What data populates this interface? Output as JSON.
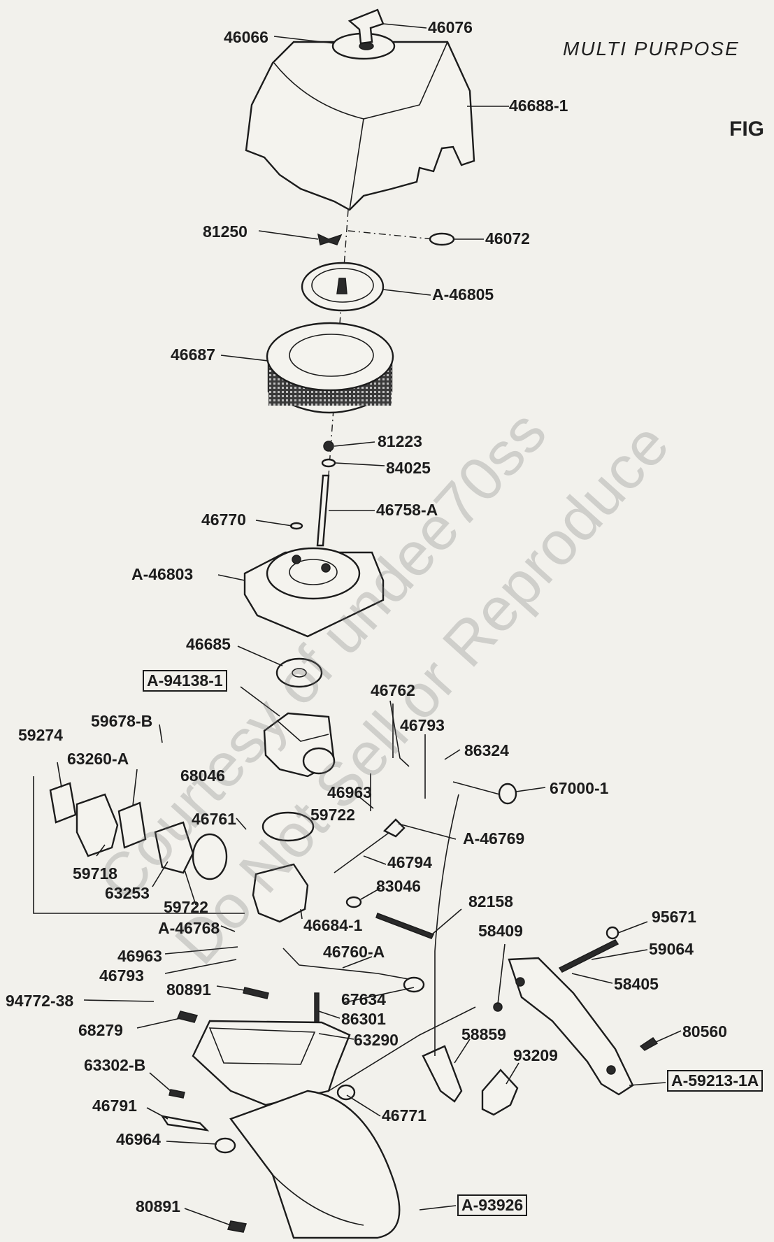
{
  "header": {
    "title": "MULTI PURPOSE",
    "figure_label": "FIG"
  },
  "watermark": {
    "line1": "Courtesy of undee70ss",
    "line2": "Do Not Sell or Reproduce"
  },
  "part_labels": {
    "p46066": "46066",
    "p46076": "46076",
    "p46688_1": "46688-1",
    "p81250": "81250",
    "p46072": "46072",
    "pA46805": "A-46805",
    "p46687": "46687",
    "p81223": "81223",
    "p84025": "84025",
    "p46758A": "46758-A",
    "p46770": "46770",
    "pA46803": "A-46803",
    "p46685": "46685",
    "pA94138_1": "A-94138-1",
    "p46762": "46762",
    "p59678B": "59678-B",
    "p59274": "59274",
    "p46793a": "46793",
    "p86324": "86324",
    "p63260A": "63260-A",
    "p68046": "68046",
    "p67000_1": "67000-1",
    "p46963a": "46963",
    "p59722a": "59722",
    "p46761": "46761",
    "pA46769": "A-46769",
    "p59718": "59718",
    "p46794": "46794",
    "p83046": "83046",
    "p63253": "63253",
    "p82158": "82158",
    "p59722b": "59722",
    "pA46768": "A-46768",
    "p46684_1": "46684-1",
    "p58409": "58409",
    "p95671": "95671",
    "p46760A": "46760-A",
    "p59064": "59064",
    "p46963b": "46963",
    "p46793b": "46793",
    "p58405": "58405",
    "p80891a": "80891",
    "p67634": "67634",
    "p94772_38": "94772-38",
    "p86301": "86301",
    "p68279": "68279",
    "p63290": "63290",
    "p58859": "58859",
    "p80560": "80560",
    "p93209": "93209",
    "p63302B": "63302-B",
    "pA59213_1A": "A-59213-1A",
    "p46791": "46791",
    "p46771": "46771",
    "p46964": "46964",
    "pA93926": "A-93926",
    "p80891b": "80891"
  }
}
